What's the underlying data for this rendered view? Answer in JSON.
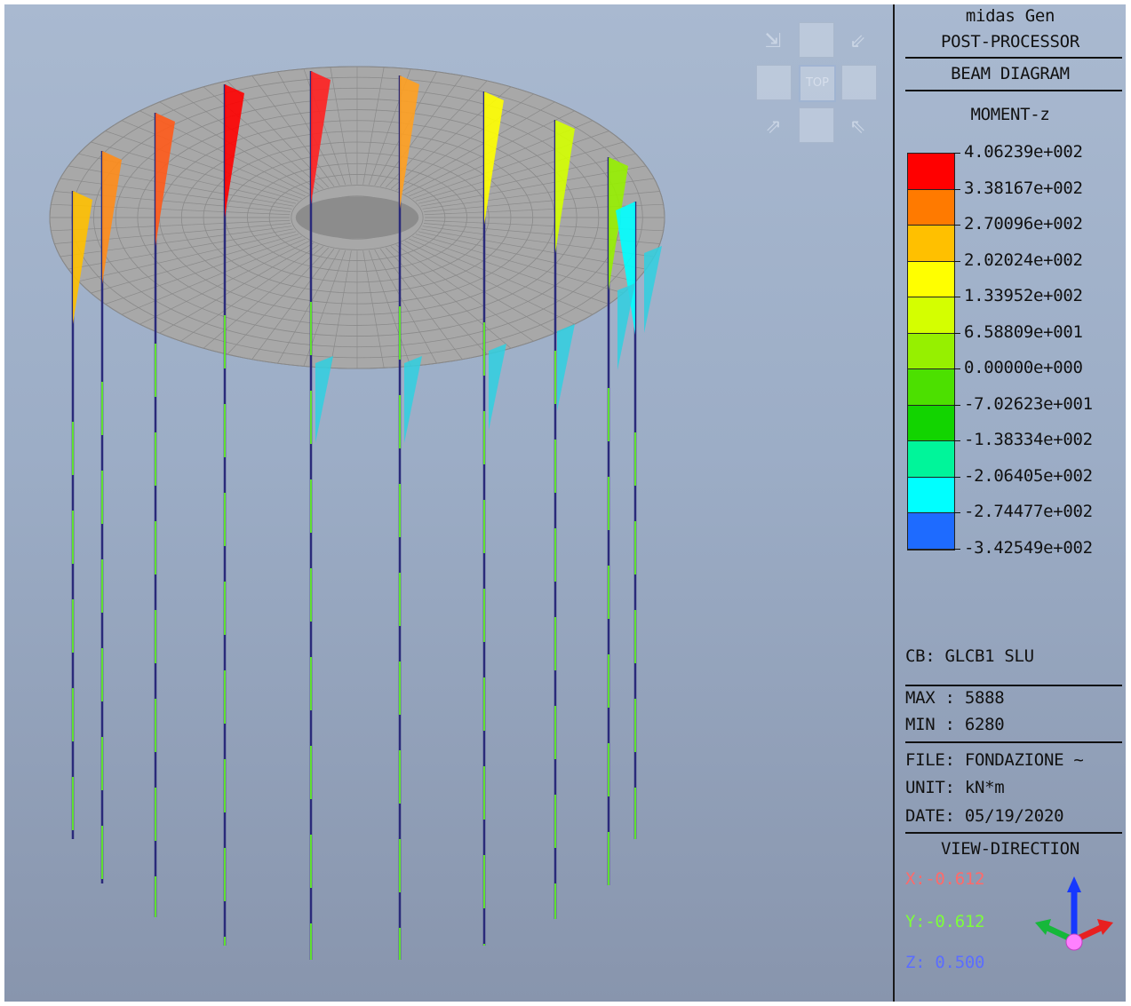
{
  "header": {
    "app": "midas Gen",
    "module": "POST-PROCESSOR",
    "diagram": "BEAM DIAGRAM",
    "component": "MOMENT-z"
  },
  "legend": {
    "values": [
      "4.06239e+002",
      "3.38167e+002",
      "2.70096e+002",
      "2.02024e+002",
      "1.33952e+002",
      "6.58809e+001",
      "0.00000e+000",
      "-7.02623e+001",
      "-1.38334e+002",
      "-2.06405e+002",
      "-2.74477e+002",
      "-3.42549e+002"
    ],
    "colors": [
      "#ff0000",
      "#ff7a00",
      "#ffc000",
      "#ffff00",
      "#d4ff00",
      "#96f000",
      "#4ce000",
      "#12d400",
      "#00f59a",
      "#00ffff",
      "#1e6bff"
    ]
  },
  "info": {
    "cb": "CB: GLCB1 SLU",
    "max": "MAX : 5888",
    "min": "MIN : 6280",
    "file": "FILE: FONDAZIONE ~",
    "unit": "UNIT: kN*m",
    "date": "DATE: 05/19/2020"
  },
  "view": {
    "title": "VIEW-DIRECTION",
    "x": "X:-0.612",
    "y": "Y:-0.612",
    "z": "Z: 0.500",
    "x_color": "#ff6a6a",
    "y_color": "#7dff3a",
    "z_color": "#5b6dff"
  },
  "navcube": {
    "center_label": "TOP"
  }
}
